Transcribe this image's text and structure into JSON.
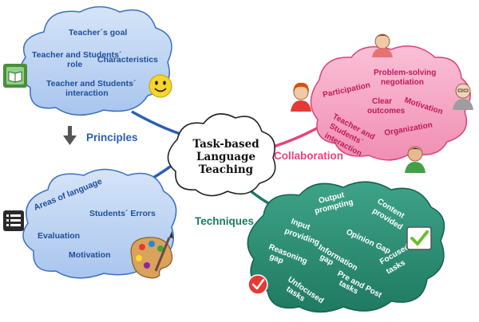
{
  "center": {
    "line1": "Task-based",
    "line2": "Language",
    "line3": "Teaching"
  },
  "branches": {
    "principles": "Principles",
    "collaboration": "Collaboration",
    "techniques": "Techniques"
  },
  "principles_cloud": {
    "teachers_goal": "Teacher´s goal",
    "role_line1": "Teacher and Students´",
    "role_line2": "role",
    "characteristics": "Characteristics",
    "interaction_line1": "Teacher and Students´",
    "interaction_line2": "interaction"
  },
  "evaluation_cloud": {
    "areas": "Areas of language",
    "errors": "Students´ Errors",
    "evaluation": "Evaluation",
    "motivation": "Motivation"
  },
  "collaboration_cloud": {
    "problem_line1": "Problem-solving",
    "problem_line2": "negotiation",
    "participation": "Participation",
    "clear_line1": "Clear",
    "clear_line2": "outcomes",
    "motivation": "Motivation",
    "teacher_line1": "Teacher and",
    "teacher_line2": "Students´",
    "teacher_line3": "interaction",
    "organization": "Organization"
  },
  "techniques_cloud": {
    "output_line1": "Output",
    "output_line2": "prompting",
    "input_line1": "Input",
    "input_line2": "providing",
    "content_line1": "Content",
    "content_line2": "provided",
    "opinion": "Opinion Gap",
    "reasoning_line1": "Reasoning",
    "reasoning_line2": "gap",
    "information_line1": "Information",
    "information_line2": "gap",
    "focused_line1": "Focused",
    "focused_line2": "tasks",
    "prepost_line1": "Pre and Post",
    "prepost_line2": "tasks",
    "unfocused_line1": "Unfocused",
    "unfocused_line2": "tasks"
  },
  "colors": {
    "principles": "#2b5fb0",
    "collaboration": "#e8437a",
    "techniques": "#1a7a63",
    "blue_cloud": "#bcd3f2",
    "pink_cloud": "#f6a6c4",
    "teal_cloud": "#2f9079"
  },
  "icons": [
    "book-icon",
    "smiley-icon",
    "down-arrow-icon",
    "list-icon",
    "palette-icon",
    "person-icon",
    "check-box-icon",
    "check-circle-icon"
  ]
}
